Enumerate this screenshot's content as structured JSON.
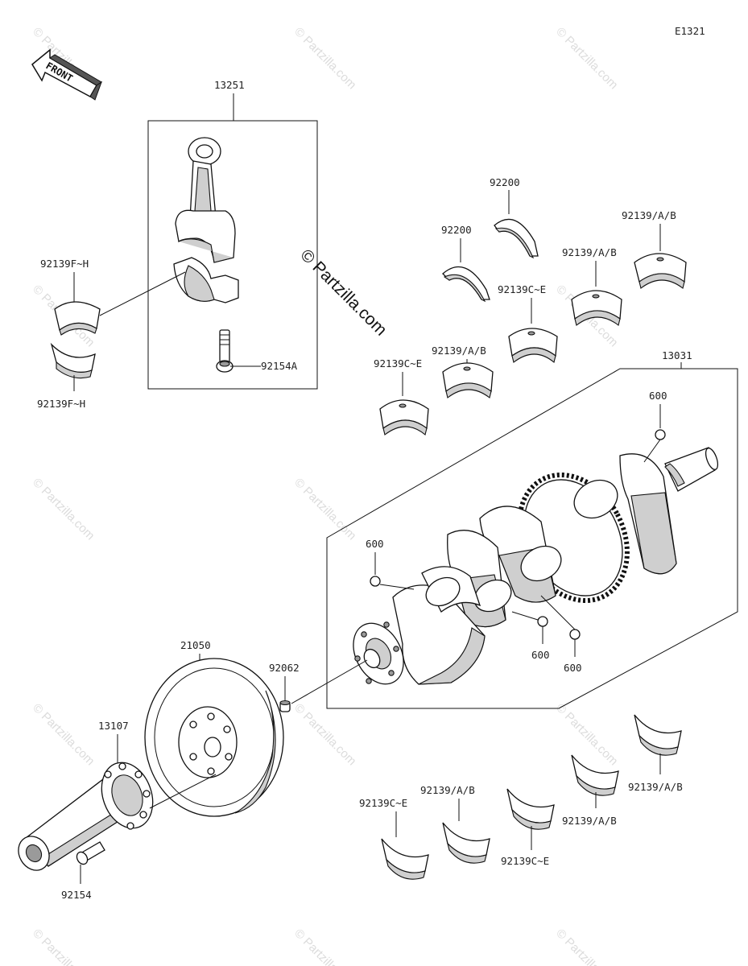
{
  "diagram": {
    "id": "E1321",
    "front_label": "FRONT",
    "copyright_watermark": "© Partzilla.com",
    "watermark_tile": "© Partzilla.com"
  },
  "labels": {
    "conrod": "13251",
    "bearing_f_h_top": "92139F~H",
    "bearing_f_h_bottom": "92139F~H",
    "conrod_bolt": "92154A",
    "thrust_washer_top": "92200",
    "thrust_washer_mid": "92200",
    "bearing_ab_far_right": "92139/A/B",
    "bearing_ab_right": "92139/A/B",
    "bearing_ce_mid": "92139C~E",
    "bearing_ab_mid": "92139/A/B",
    "bearing_ce_left": "92139C~E",
    "crankshaft": "13031",
    "plug_600_top": "600",
    "plug_600_left": "600",
    "plug_600_mid": "600",
    "plug_600_right": "600",
    "rotor": "21050",
    "pin": "92062",
    "coupling": "13107",
    "coupling_bolt": "92154",
    "lower_ce_left": "92139C~E",
    "lower_ab_left": "92139/A/B",
    "lower_ce_mid": "92139C~E",
    "lower_ab_mid": "92139/A/B",
    "lower_ab_right": "92139/A/B"
  }
}
